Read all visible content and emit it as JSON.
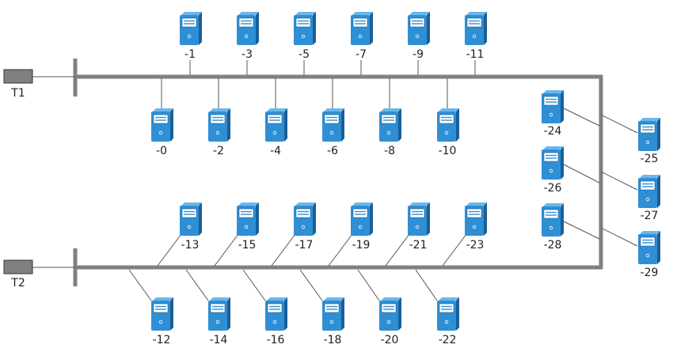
{
  "terminators": [
    {
      "id": "t1",
      "label": "T1"
    },
    {
      "id": "t2",
      "label": "T2"
    }
  ],
  "nodes": [
    {
      "id": "n1",
      "label": "-1"
    },
    {
      "id": "n3",
      "label": "-3"
    },
    {
      "id": "n5",
      "label": "-5"
    },
    {
      "id": "n7",
      "label": "-7"
    },
    {
      "id": "n9",
      "label": "-9"
    },
    {
      "id": "n11",
      "label": "-11"
    },
    {
      "id": "n0",
      "label": "-0"
    },
    {
      "id": "n2",
      "label": "-2"
    },
    {
      "id": "n4",
      "label": "-4"
    },
    {
      "id": "n6",
      "label": "-6"
    },
    {
      "id": "n8",
      "label": "-8"
    },
    {
      "id": "n10",
      "label": "-10"
    },
    {
      "id": "n13",
      "label": "-13"
    },
    {
      "id": "n15",
      "label": "-15"
    },
    {
      "id": "n17",
      "label": "-17"
    },
    {
      "id": "n19",
      "label": "-19"
    },
    {
      "id": "n21",
      "label": "-21"
    },
    {
      "id": "n23",
      "label": "-23"
    },
    {
      "id": "n12",
      "label": "-12"
    },
    {
      "id": "n14",
      "label": "-14"
    },
    {
      "id": "n16",
      "label": "-16"
    },
    {
      "id": "n18",
      "label": "-18"
    },
    {
      "id": "n20",
      "label": "-20"
    },
    {
      "id": "n22",
      "label": "-22"
    },
    {
      "id": "n24",
      "label": "-24"
    },
    {
      "id": "n26",
      "label": "-26"
    },
    {
      "id": "n28",
      "label": "-28"
    },
    {
      "id": "n25",
      "label": "-25"
    },
    {
      "id": "n27",
      "label": "-27"
    },
    {
      "id": "n29",
      "label": "-29"
    }
  ],
  "colors": {
    "bus": "#808080",
    "link": "#555555",
    "server_front": "#2f8fd5",
    "server_side": "#1a5f96",
    "server_top": "#6ab7ec",
    "terminator_fill": "#808080"
  }
}
